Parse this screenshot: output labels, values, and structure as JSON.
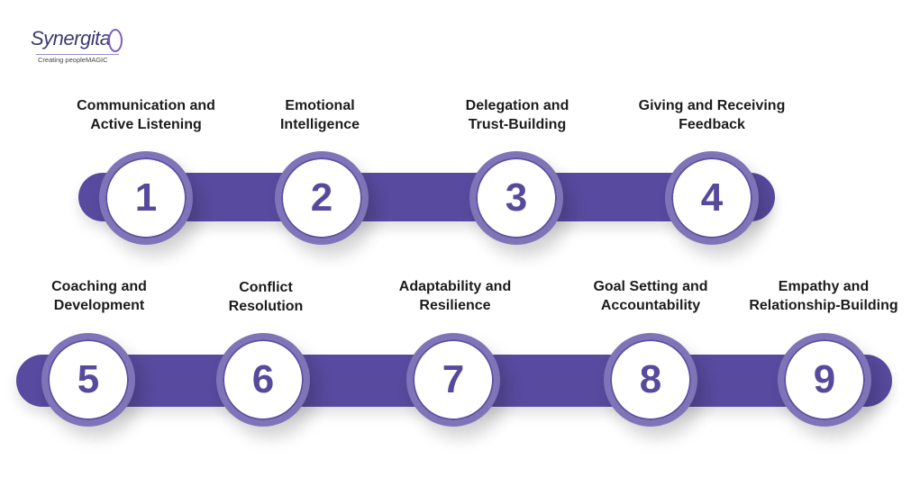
{
  "logo": {
    "name": "Synergita",
    "tagline": "Creating peopleMAGIC"
  },
  "steps": [
    {
      "number": "1",
      "line1": "Communication and",
      "line2": "Active Listening"
    },
    {
      "number": "2",
      "line1": "Emotional",
      "line2": "Intelligence"
    },
    {
      "number": "3",
      "line1": "Delegation and",
      "line2": "Trust-Building"
    },
    {
      "number": "4",
      "line1": "Giving and Receiving",
      "line2": "Feedback"
    },
    {
      "number": "5",
      "line1": "Coaching and",
      "line2": "Development"
    },
    {
      "number": "6",
      "line1": "Conflict",
      "line2": "Resolution"
    },
    {
      "number": "7",
      "line1": "Adaptability and",
      "line2": "Resilience"
    },
    {
      "number": "8",
      "line1": "Goal Setting and",
      "line2": "Accountability"
    },
    {
      "number": "9",
      "line1": "Empathy and",
      "line2": "Relationship-Building"
    }
  ],
  "colors": {
    "accent": "#584a9e",
    "ring": "#8074b8"
  }
}
